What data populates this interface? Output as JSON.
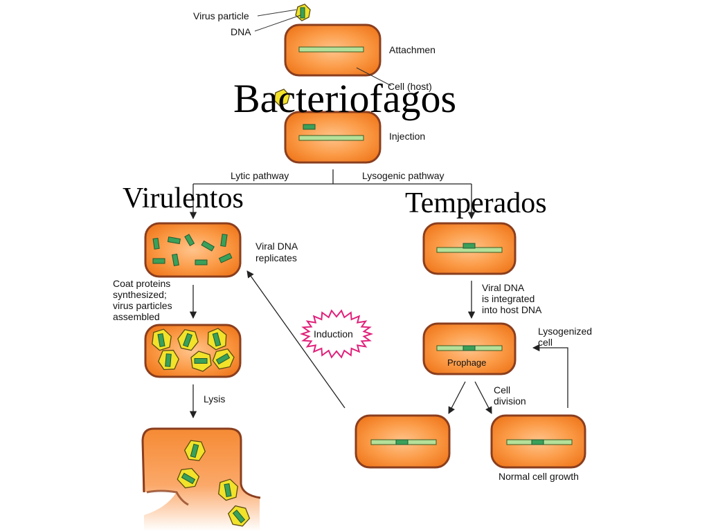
{
  "titles": {
    "main": "Bacteriofagos",
    "left": "Virulentos",
    "right": "Temperados"
  },
  "labels": {
    "virus_particle": "Virus particle",
    "dna": "DNA",
    "attachment": "Attachmen",
    "cell_host": "Cell (host)",
    "injection": "Injection",
    "lytic_pathway": "Lytic pathway",
    "lysogenic_pathway": "Lysogenic pathway",
    "viral_dna_replicates": [
      "Viral DNA",
      "replicates"
    ],
    "coat_proteins": [
      "Coat proteins",
      "synthesized;",
      "virus particles",
      "assembled"
    ],
    "lysis": "Lysis",
    "induction": "Induction",
    "viral_dna_integrated": [
      "Viral DNA",
      "is integrated",
      "into host DNA"
    ],
    "lysogenized_cell": [
      "Lysogenized",
      "cell"
    ],
    "prophage": "Prophage",
    "cell_division": [
      "Cell",
      "division"
    ],
    "normal_cell_growth": "Normal cell growth"
  },
  "colors": {
    "cell_fill_outer": "#f07a1e",
    "cell_fill_inner": "#ffb574",
    "cell_stroke": "#8a3e1e",
    "dna": "#b4e09a",
    "viral_dna": "#3aa05a",
    "virus_head": "#f2e22a",
    "induction_star": "#e0207a"
  }
}
